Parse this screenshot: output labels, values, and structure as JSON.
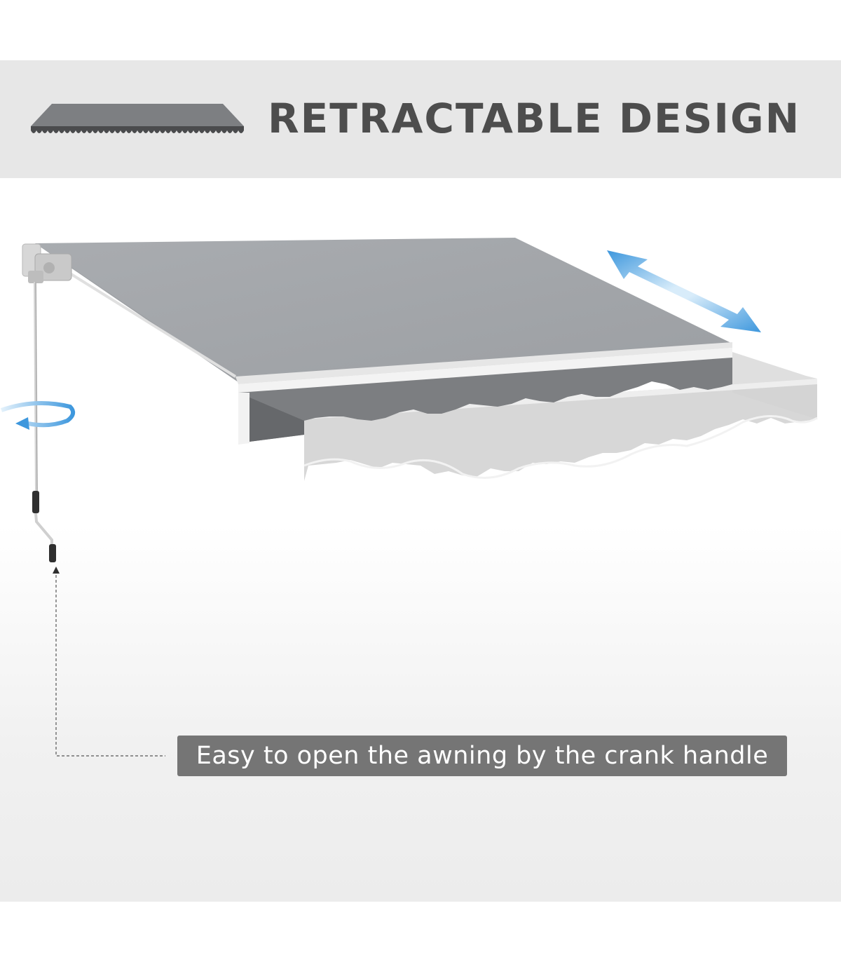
{
  "header": {
    "title": "RETRACTABLE DESIGN",
    "band_color": "#e7e7e7",
    "title_color": "#4d4d4d",
    "icon": "folded-awning-icon"
  },
  "illustration": {
    "subject": "retractable-awning",
    "fabric_color": "#a3a6aa",
    "valance_color": "#7c7e81",
    "arrow_color": "#3f9be0",
    "icons": [
      "extend-retract-arrow-icon",
      "rotate-arrow-icon",
      "crank-handle-icon",
      "pointer-arrow-icon"
    ]
  },
  "caption": {
    "text": "Easy to open the awning by the crank handle",
    "box_color": "#757575"
  }
}
